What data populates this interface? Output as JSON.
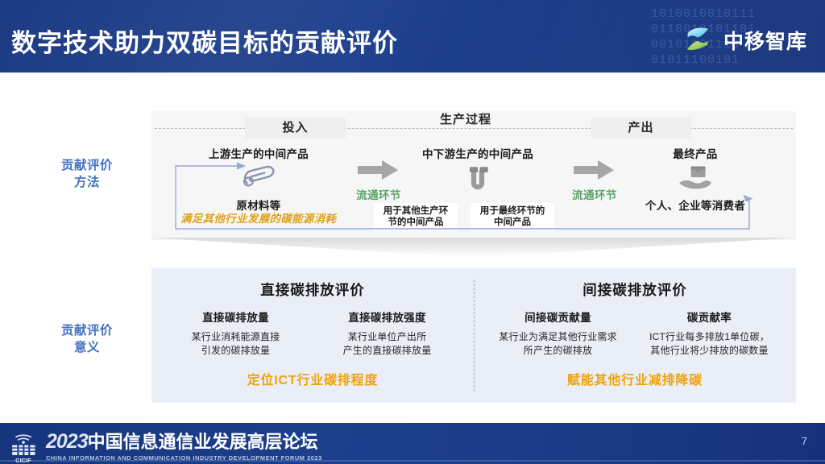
{
  "header": {
    "title": "数字技术助力双碳目标的贡献评价",
    "brand_name": "中移智库",
    "brand_logo_icon": "s-swoosh-logo-icon",
    "binary_decoration": [
      "1010010010111",
      "0110010101101",
      "00101101110",
      "01011100101"
    ],
    "bg_color": "#1d3f8d",
    "title_color": "#ffffff"
  },
  "rows": {
    "method_label": "贡献评价\n方法",
    "method_label_line1": "贡献评价",
    "method_label_line2": "方法",
    "meaning_label_line1": "贡献评价",
    "meaning_label_line2": "意义",
    "label_color": "#4472c4"
  },
  "chain": {
    "phase_input": "投入",
    "phase_process": "生产过程",
    "phase_output": "产出",
    "stages": [
      {
        "title": "上游生产的中间产品",
        "icon": "paperclip-icon",
        "sub": "原材料等"
      },
      {
        "title": "中下游生产的中间产品",
        "icon": "magnet-icon",
        "sub": ""
      },
      {
        "title": "最终产品",
        "icon": "hand-holding-box-icon",
        "sub": "个人、企业等消费者"
      }
    ],
    "flow_label_1": "流通环节",
    "flow_label_2": "流通环节",
    "flow_arrow_icon": "right-arrow-icon",
    "flow_label_color": "#5aa469",
    "energy_note": "满足其他行业发展的碳能源消耗",
    "energy_note_color": "#e0a21a",
    "mid_chips": [
      "用于其他生产环\n节的中间产品",
      "用于最终环节的\n中间产品"
    ],
    "mid_chip_1_line1": "用于其他生产环",
    "mid_chip_1_line2": "节的中间产品",
    "mid_chip_2_line1": "用于最终环节的",
    "mid_chip_2_line2": "中间产品",
    "feedback_loop_icon": "feedback-loop-arrow-icon"
  },
  "evaluation": {
    "columns": [
      {
        "heading": "直接碳排放评价",
        "metrics": [
          {
            "title": "直接碳排放量",
            "desc_line1": "某行业消耗能源直接",
            "desc_line2": "引发的碳排放量"
          },
          {
            "title": "直接碳排放强度",
            "desc_line1": "某行业单位产出所",
            "desc_line2": "产生的直接碳排放量"
          }
        ],
        "footer": "定位ICT行业碳排程度"
      },
      {
        "heading": "间接碳排放评价",
        "metrics": [
          {
            "title": "间接碳贡献量",
            "desc_line1": "某行业为满足其他行业需求",
            "desc_line2": "所产生的碳排放"
          },
          {
            "title": "碳贡献率",
            "desc_line1": "ICT行业每多排放1单位碳，",
            "desc_line2": "其他行业将少排放的碳数量"
          }
        ],
        "footer": "赋能其他行业减排降碳"
      }
    ],
    "panel_color": "#eaeef7",
    "footer_color": "#f0a30a"
  },
  "footer": {
    "mark_icon": "cicif-logo-icon",
    "mark_text": "CICIF",
    "year": "2023",
    "title_cn": "中国信息通信业发展高层论坛",
    "title_en": "CHINA INFORMATION AND COMMUNICATION INDUSTRY DEVELOPMENT FORUM 2023",
    "page_number": "7"
  }
}
